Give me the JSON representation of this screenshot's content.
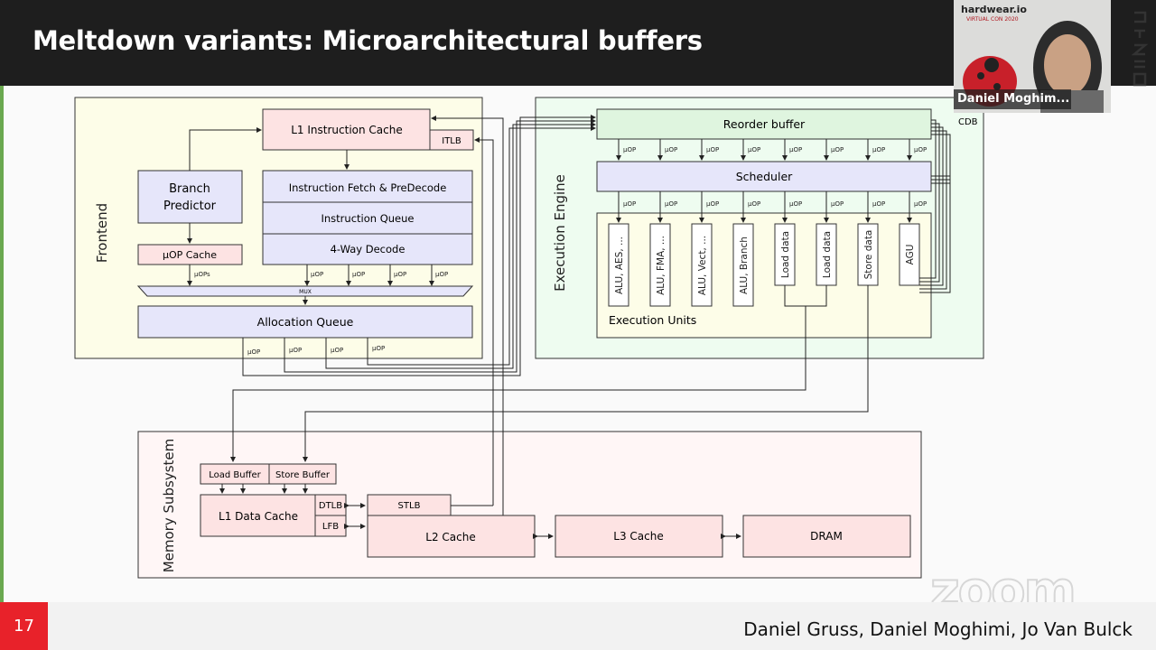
{
  "slide": {
    "title": "Meltdown variants: Microarchitectural buffers",
    "page_number": "17",
    "authors": "Daniel Gruss, Daniel Moghimi, Jo Van Bulck"
  },
  "video": {
    "brand": "hardwear.io",
    "conference": "VIRTUAL CON 2020",
    "participant_name": "Daniel Moghim..."
  },
  "watermark": "zoom",
  "diagram": {
    "frontend": {
      "label": "Frontend",
      "l1_icache": "L1 Instruction Cache",
      "itlb": "ITLB",
      "branch_predictor": [
        "Branch",
        "Predictor"
      ],
      "uop_cache": "μOP Cache",
      "fetch": "Instruction Fetch & PreDecode",
      "iqueue": "Instruction Queue",
      "decode": "4-Way Decode",
      "mux": "MUX",
      "uops_label": "μOPs",
      "uop_label": "μOP",
      "alloc_queue": "Allocation Queue"
    },
    "execution": {
      "label": "Execution Engine",
      "rob": "Reorder buffer",
      "scheduler": "Scheduler",
      "cdb": "CDB",
      "units_label": "Execution Units",
      "units": [
        "ALU, AES, ...",
        "ALU, FMA, ...",
        "ALU, Vect, ...",
        "ALU, Branch",
        "Load data",
        "Load data",
        "Store data",
        "AGU"
      ]
    },
    "memory": {
      "label": "Memory Subsystem",
      "load_buffer": "Load Buffer",
      "store_buffer": "Store Buffer",
      "l1d": "L1 Data Cache",
      "dtlb": "DTLB",
      "lfb": "LFB",
      "stlb": "STLB",
      "l2": "L2 Cache",
      "l3": "L3 Cache",
      "dram": "DRAM"
    }
  },
  "colors": {
    "frontend_bg": "#fdfde8",
    "execution_bg": "#eefcf0",
    "memory_bg": "#fff6f6",
    "pink_box": "#fde3e3",
    "lavender_box": "#e6e6fa",
    "green_box": "#dff5df",
    "accent_red": "#e8222a"
  }
}
